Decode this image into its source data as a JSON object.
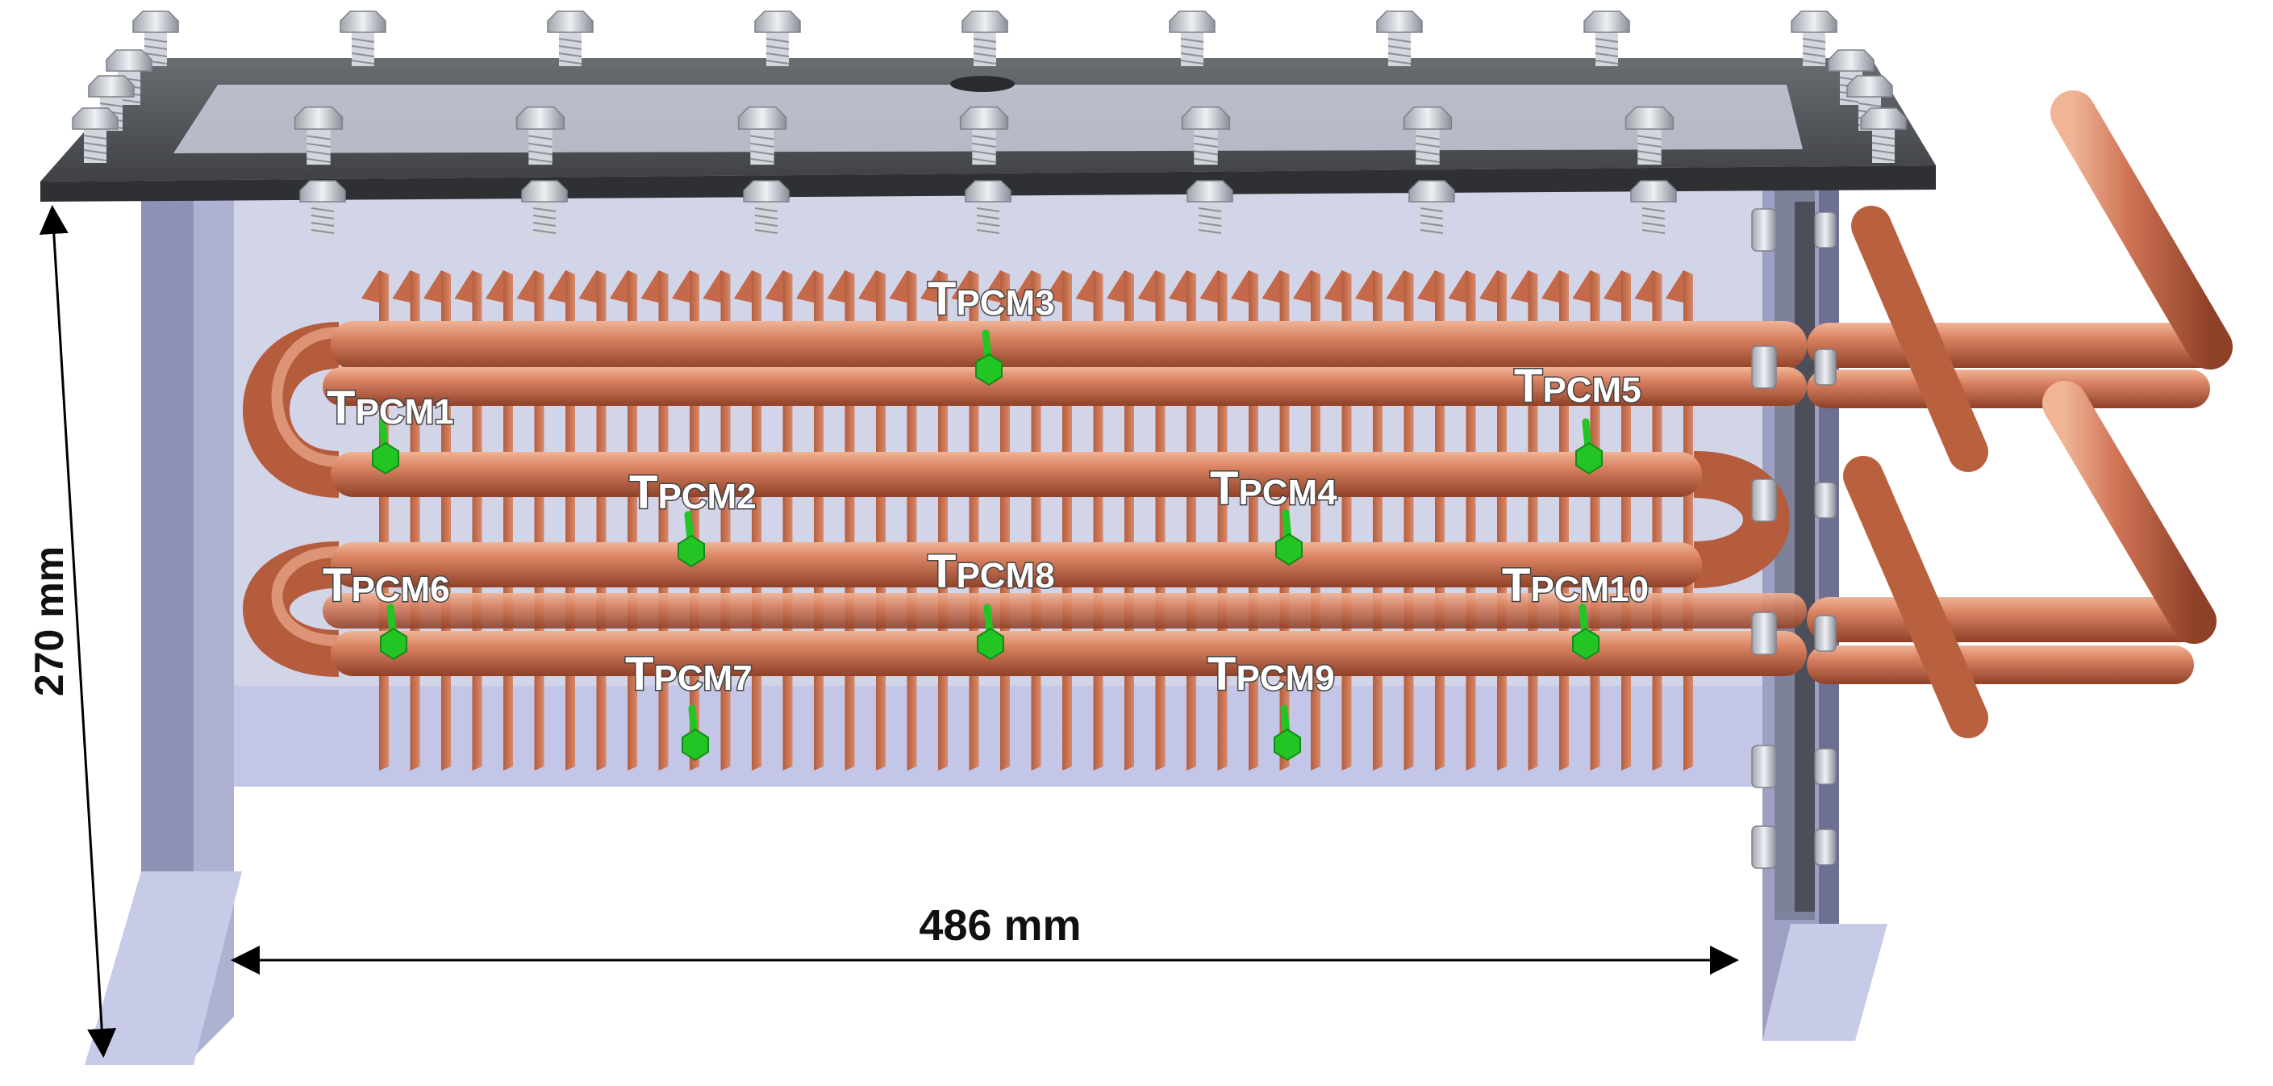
{
  "dimensions": {
    "height_label": "270 mm",
    "width_label": "486 mm"
  },
  "sensors": [
    {
      "T": "T",
      "sub": "PCM1"
    },
    {
      "T": "T",
      "sub": "PCM2"
    },
    {
      "T": "T",
      "sub": "PCM3"
    },
    {
      "T": "T",
      "sub": "PCM4"
    },
    {
      "T": "T",
      "sub": "PCM5"
    },
    {
      "T": "T",
      "sub": "PCM6"
    },
    {
      "T": "T",
      "sub": "PCM7"
    },
    {
      "T": "T",
      "sub": "PCM8"
    },
    {
      "T": "T",
      "sub": "PCM9"
    },
    {
      "T": "T",
      "sub": "PCM10"
    }
  ],
  "colors": {
    "copper": "#c8704f",
    "copper_dark": "#9c4a30",
    "copper_light": "#e6a184",
    "steel": "#b9bcd8",
    "steel_dark": "#5b5d66",
    "lid": "#54575c",
    "sensor": "#22c524"
  }
}
